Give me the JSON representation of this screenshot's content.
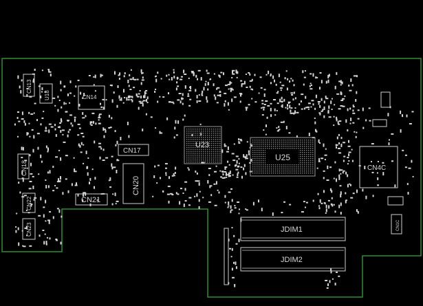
{
  "viewer": {
    "background": "#000000",
    "outline_color": "#2f8f2f",
    "part_color": "#cfcfcf"
  },
  "components": [
    {
      "ref": "CN13"
    },
    {
      "ref": "U18"
    },
    {
      "ref": "CN14"
    },
    {
      "ref": "CN18"
    },
    {
      "ref": "CN22"
    },
    {
      "ref": "CN23"
    },
    {
      "ref": "CN17"
    },
    {
      "ref": "CN20"
    },
    {
      "ref": "CN21"
    },
    {
      "ref": "U23"
    },
    {
      "ref": "U25"
    },
    {
      "ref": "CN4C"
    },
    {
      "ref": "CN1C"
    },
    {
      "ref": "JDIM1"
    },
    {
      "ref": "JDIM2"
    }
  ]
}
